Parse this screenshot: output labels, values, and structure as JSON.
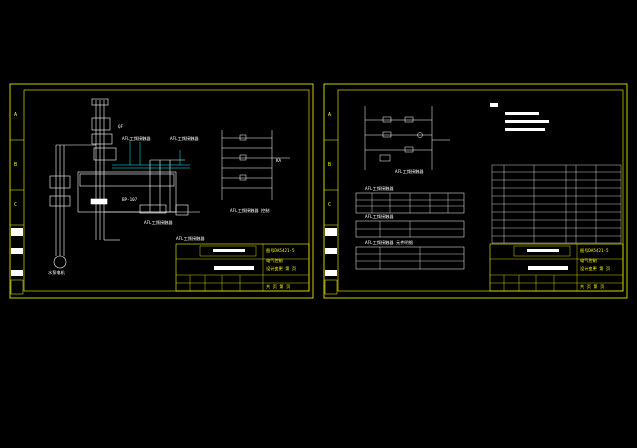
{
  "colors": {
    "background": "#000000",
    "frame": "#ffff00",
    "wire": "#ffffff",
    "accent_cyan": "#00ffff",
    "accent_green": "#00ff00",
    "accent_magenta": "#ff00ff"
  },
  "sheet_left": {
    "row_labels": [
      "A",
      "B",
      "C"
    ],
    "device_label": "BP-107",
    "contactor_caption": "AFL工频接触器",
    "soft_start_caption": "AFL工频接触器",
    "soft_start_caption_2": "",
    "motor_caption": "水泵电机",
    "terminal_caption": "AFL工频接触器",
    "control_caption": "AFL工频接触器",
    "title_block": {
      "drawing_no": "图号DA5421-5",
      "name": "电气控制",
      "version": "设计变更 第 页",
      "sheet": "共 页 第 页"
    }
  },
  "sheet_right": {
    "row_labels": [
      "A",
      "B",
      "C"
    ],
    "circuit_caption": "AFL工频接触器",
    "table1_title": "AFL工频接触器",
    "table2_title": "AFL工频接触器",
    "table3_title": "AFL工频接触器 元件明细",
    "title_block": {
      "drawing_no": "图号DA5421-5",
      "name": "电气控制",
      "version": "设计变更 第 页",
      "sheet": "共 页 第 页"
    }
  }
}
